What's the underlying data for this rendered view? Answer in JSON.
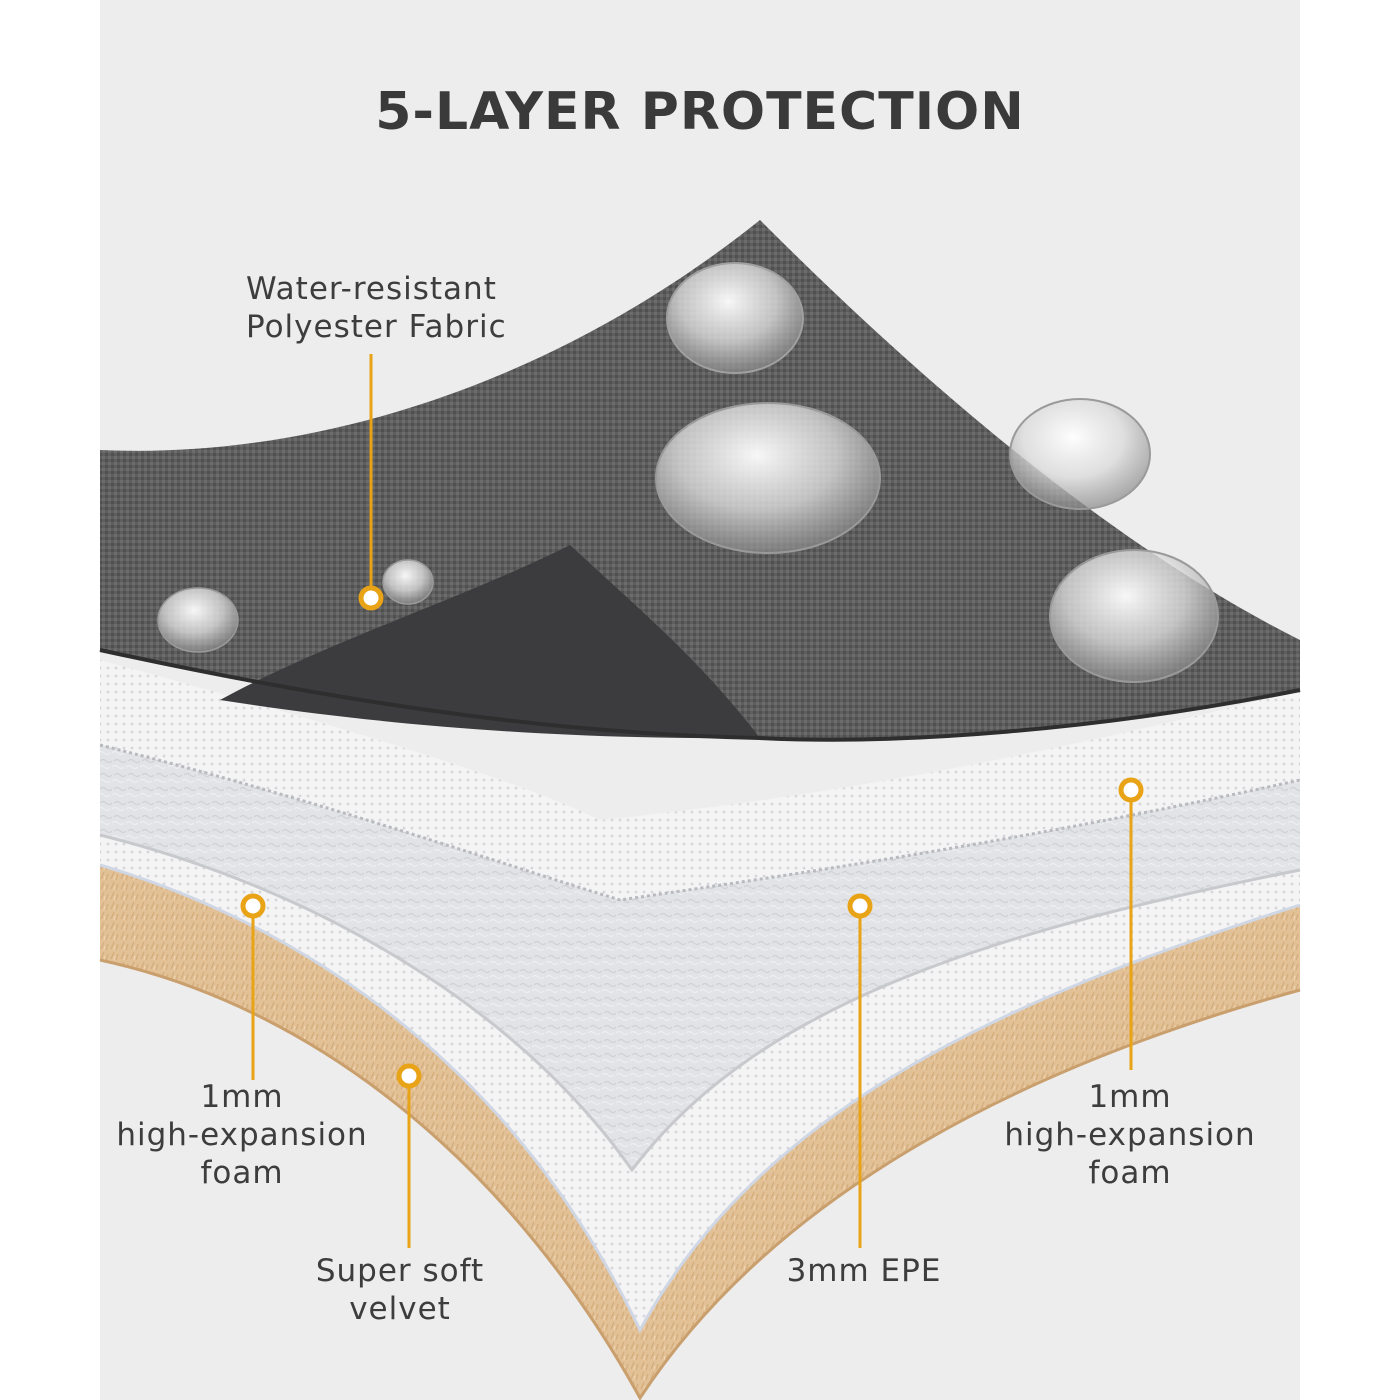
{
  "title": "5-LAYER PROTECTION",
  "colors": {
    "accent": "#e8a317",
    "background": "#ededed",
    "fabric": "#5c5c5c",
    "velvet": "#e3c196",
    "text": "#3d3d3d"
  },
  "layers": [
    {
      "lines": [
        "Water-resistant",
        "Polyester Fabric"
      ]
    },
    {
      "lines": [
        "1mm",
        "high-expansion",
        "foam"
      ]
    },
    {
      "lines": [
        "Super soft",
        "velvet"
      ]
    },
    {
      "lines": [
        "3mm EPE"
      ]
    },
    {
      "lines": [
        "1mm",
        "high-expansion",
        "foam"
      ]
    }
  ]
}
